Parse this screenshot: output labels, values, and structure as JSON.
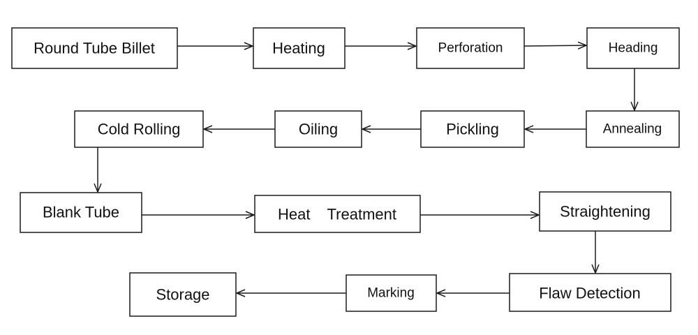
{
  "diagram": {
    "steps": {
      "round_tube_billet": "Round Tube Billet",
      "heating": "Heating",
      "perforation": "Perforation",
      "heading": "Heading",
      "annealing": "Annealing",
      "pickling": "Pickling",
      "oiling": "Oiling",
      "cold_rolling": "Cold Rolling",
      "blank_tube": "Blank Tube",
      "heat_treatment": "Heat    Treatment",
      "straightening": "Straightening",
      "flaw_detection": "Flaw Detection",
      "marking": "Marking",
      "storage": "Storage"
    },
    "colors": {
      "stroke": "#1a1a1a",
      "text": "#111111",
      "background": "#ffffff"
    }
  }
}
